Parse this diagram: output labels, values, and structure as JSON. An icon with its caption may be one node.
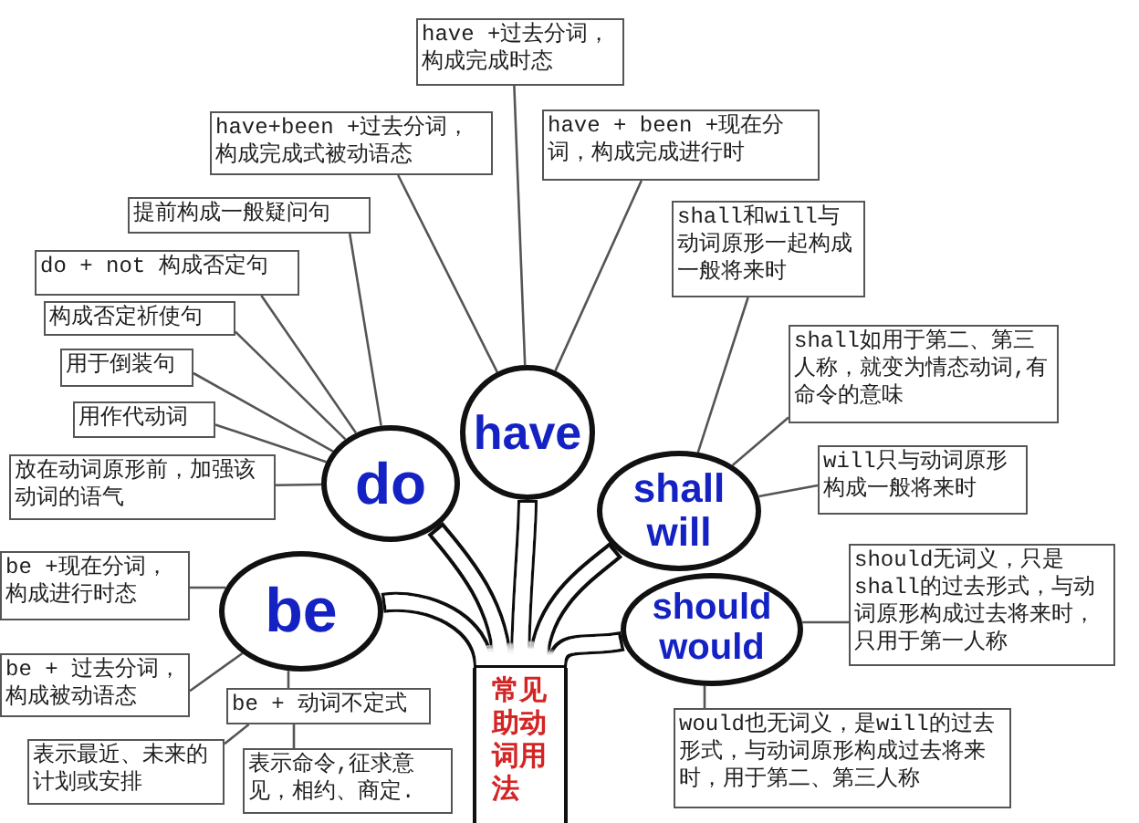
{
  "diagram": {
    "nodes": [
      {
        "text": [
          "have +过去分词，构成完成时态"
        ]
      },
      {
        "text": [
          "have+been +过去分词，构成完成式被动语态"
        ]
      },
      {
        "text": [
          "have + been +现在分词，构成完成进行时"
        ]
      },
      {
        "text": [
          "提前构成一般疑问句"
        ]
      },
      {
        "text": [
          "shall和will与动词原形一起构成一般将来时"
        ]
      },
      {
        "text": [
          "do + not 构成否定句"
        ]
      },
      {
        "text": [
          "构成否定祈使句"
        ]
      },
      {
        "text": [
          "shall如用于第二、第三人称，就变为情态动词,有命令的意味"
        ]
      },
      {
        "text": [
          "用于倒装句"
        ]
      },
      {
        "text": [
          "have"
        ]
      },
      {
        "text": [
          "用作代动词"
        ]
      },
      {
        "text": [
          "放在动词原形前，加强该动词的语气"
        ]
      },
      {
        "text": [
          "do"
        ]
      },
      {
        "text": [
          "will只与动词原形构成一般将来时"
        ]
      },
      {
        "text": [
          "shall",
          "will"
        ]
      },
      {
        "text": [
          "be +现在分词，构成进行时态"
        ]
      },
      {
        "text": [
          "be"
        ]
      },
      {
        "text": [
          "should",
          "would"
        ]
      },
      {
        "text": [
          "should无词义，只是shall的过去形式，与动词原形构成过去将来时，只用于第一人称"
        ]
      },
      {
        "text": [
          "be + 过去分词，构成被动语态"
        ]
      },
      {
        "text": [
          "常见助动词用法"
        ]
      },
      {
        "text": [
          "be + 动词不定式"
        ]
      },
      {
        "text": [
          "would也无词义，是will的过去形式，与动词原形构成过去将来时，用于第二、第三人称"
        ]
      },
      {
        "text": [
          "表示最近、未来的计划或安排"
        ]
      },
      {
        "text": [
          "表示命令,征求意见，相约、商定."
        ]
      }
    ],
    "edges": [
      {
        "from": 9,
        "to": 0,
        "arrow": "none"
      },
      {
        "from": 9,
        "to": 1,
        "arrow": "none"
      },
      {
        "from": 9,
        "to": 2,
        "arrow": "none"
      },
      {
        "from": 12,
        "to": 3,
        "arrow": "none"
      },
      {
        "from": 12,
        "to": 5,
        "arrow": "none"
      },
      {
        "from": 12,
        "to": 6,
        "arrow": "none"
      },
      {
        "from": 12,
        "to": 8,
        "arrow": "none"
      },
      {
        "from": 12,
        "to": 10,
        "arrow": "none"
      },
      {
        "from": 12,
        "to": 11,
        "arrow": "none"
      },
      {
        "from": 14,
        "to": 4,
        "arrow": "none"
      },
      {
        "from": 14,
        "to": 7,
        "arrow": "none"
      },
      {
        "from": 14,
        "to": 13,
        "arrow": "none"
      },
      {
        "from": 16,
        "to": 15,
        "arrow": "none"
      },
      {
        "from": 16,
        "to": 19,
        "arrow": "none"
      },
      {
        "from": 16,
        "to": 21,
        "arrow": "none"
      },
      {
        "from": 21,
        "to": 23,
        "arrow": "none"
      },
      {
        "from": 21,
        "to": 24,
        "arrow": "none"
      },
      {
        "from": 17,
        "to": 18,
        "arrow": "none"
      },
      {
        "from": 17,
        "to": 22,
        "arrow": "none"
      },
      {
        "from": 20,
        "to": 16,
        "arrow": "none",
        "style": "thick"
      },
      {
        "from": 20,
        "to": 12,
        "arrow": "none",
        "style": "thick"
      },
      {
        "from": 20,
        "to": 9,
        "arrow": "none",
        "style": "thick"
      },
      {
        "from": 20,
        "to": 14,
        "arrow": "none",
        "style": "thick"
      },
      {
        "from": 20,
        "to": 17,
        "arrow": "none",
        "style": "thick"
      }
    ]
  }
}
